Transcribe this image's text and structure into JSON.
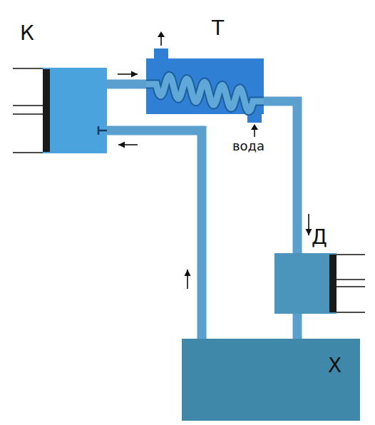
{
  "diagram": {
    "nodes": [
      {
        "text": [
          "К"
        ]
      },
      {
        "text": [
          "Т"
        ]
      },
      {
        "text": [
          "Д"
        ]
      },
      {
        "text": [
          "Х"
        ]
      }
    ],
    "edges": [
      {
        "from": 0,
        "to": 1,
        "arrow": "to"
      },
      {
        "from": 1,
        "to": 2,
        "arrow": "to"
      },
      {
        "from": 2,
        "to": 3,
        "arrow": "none"
      },
      {
        "from": 3,
        "to": 0,
        "arrow": "to"
      }
    ],
    "labels": [
      "вода"
    ]
  }
}
